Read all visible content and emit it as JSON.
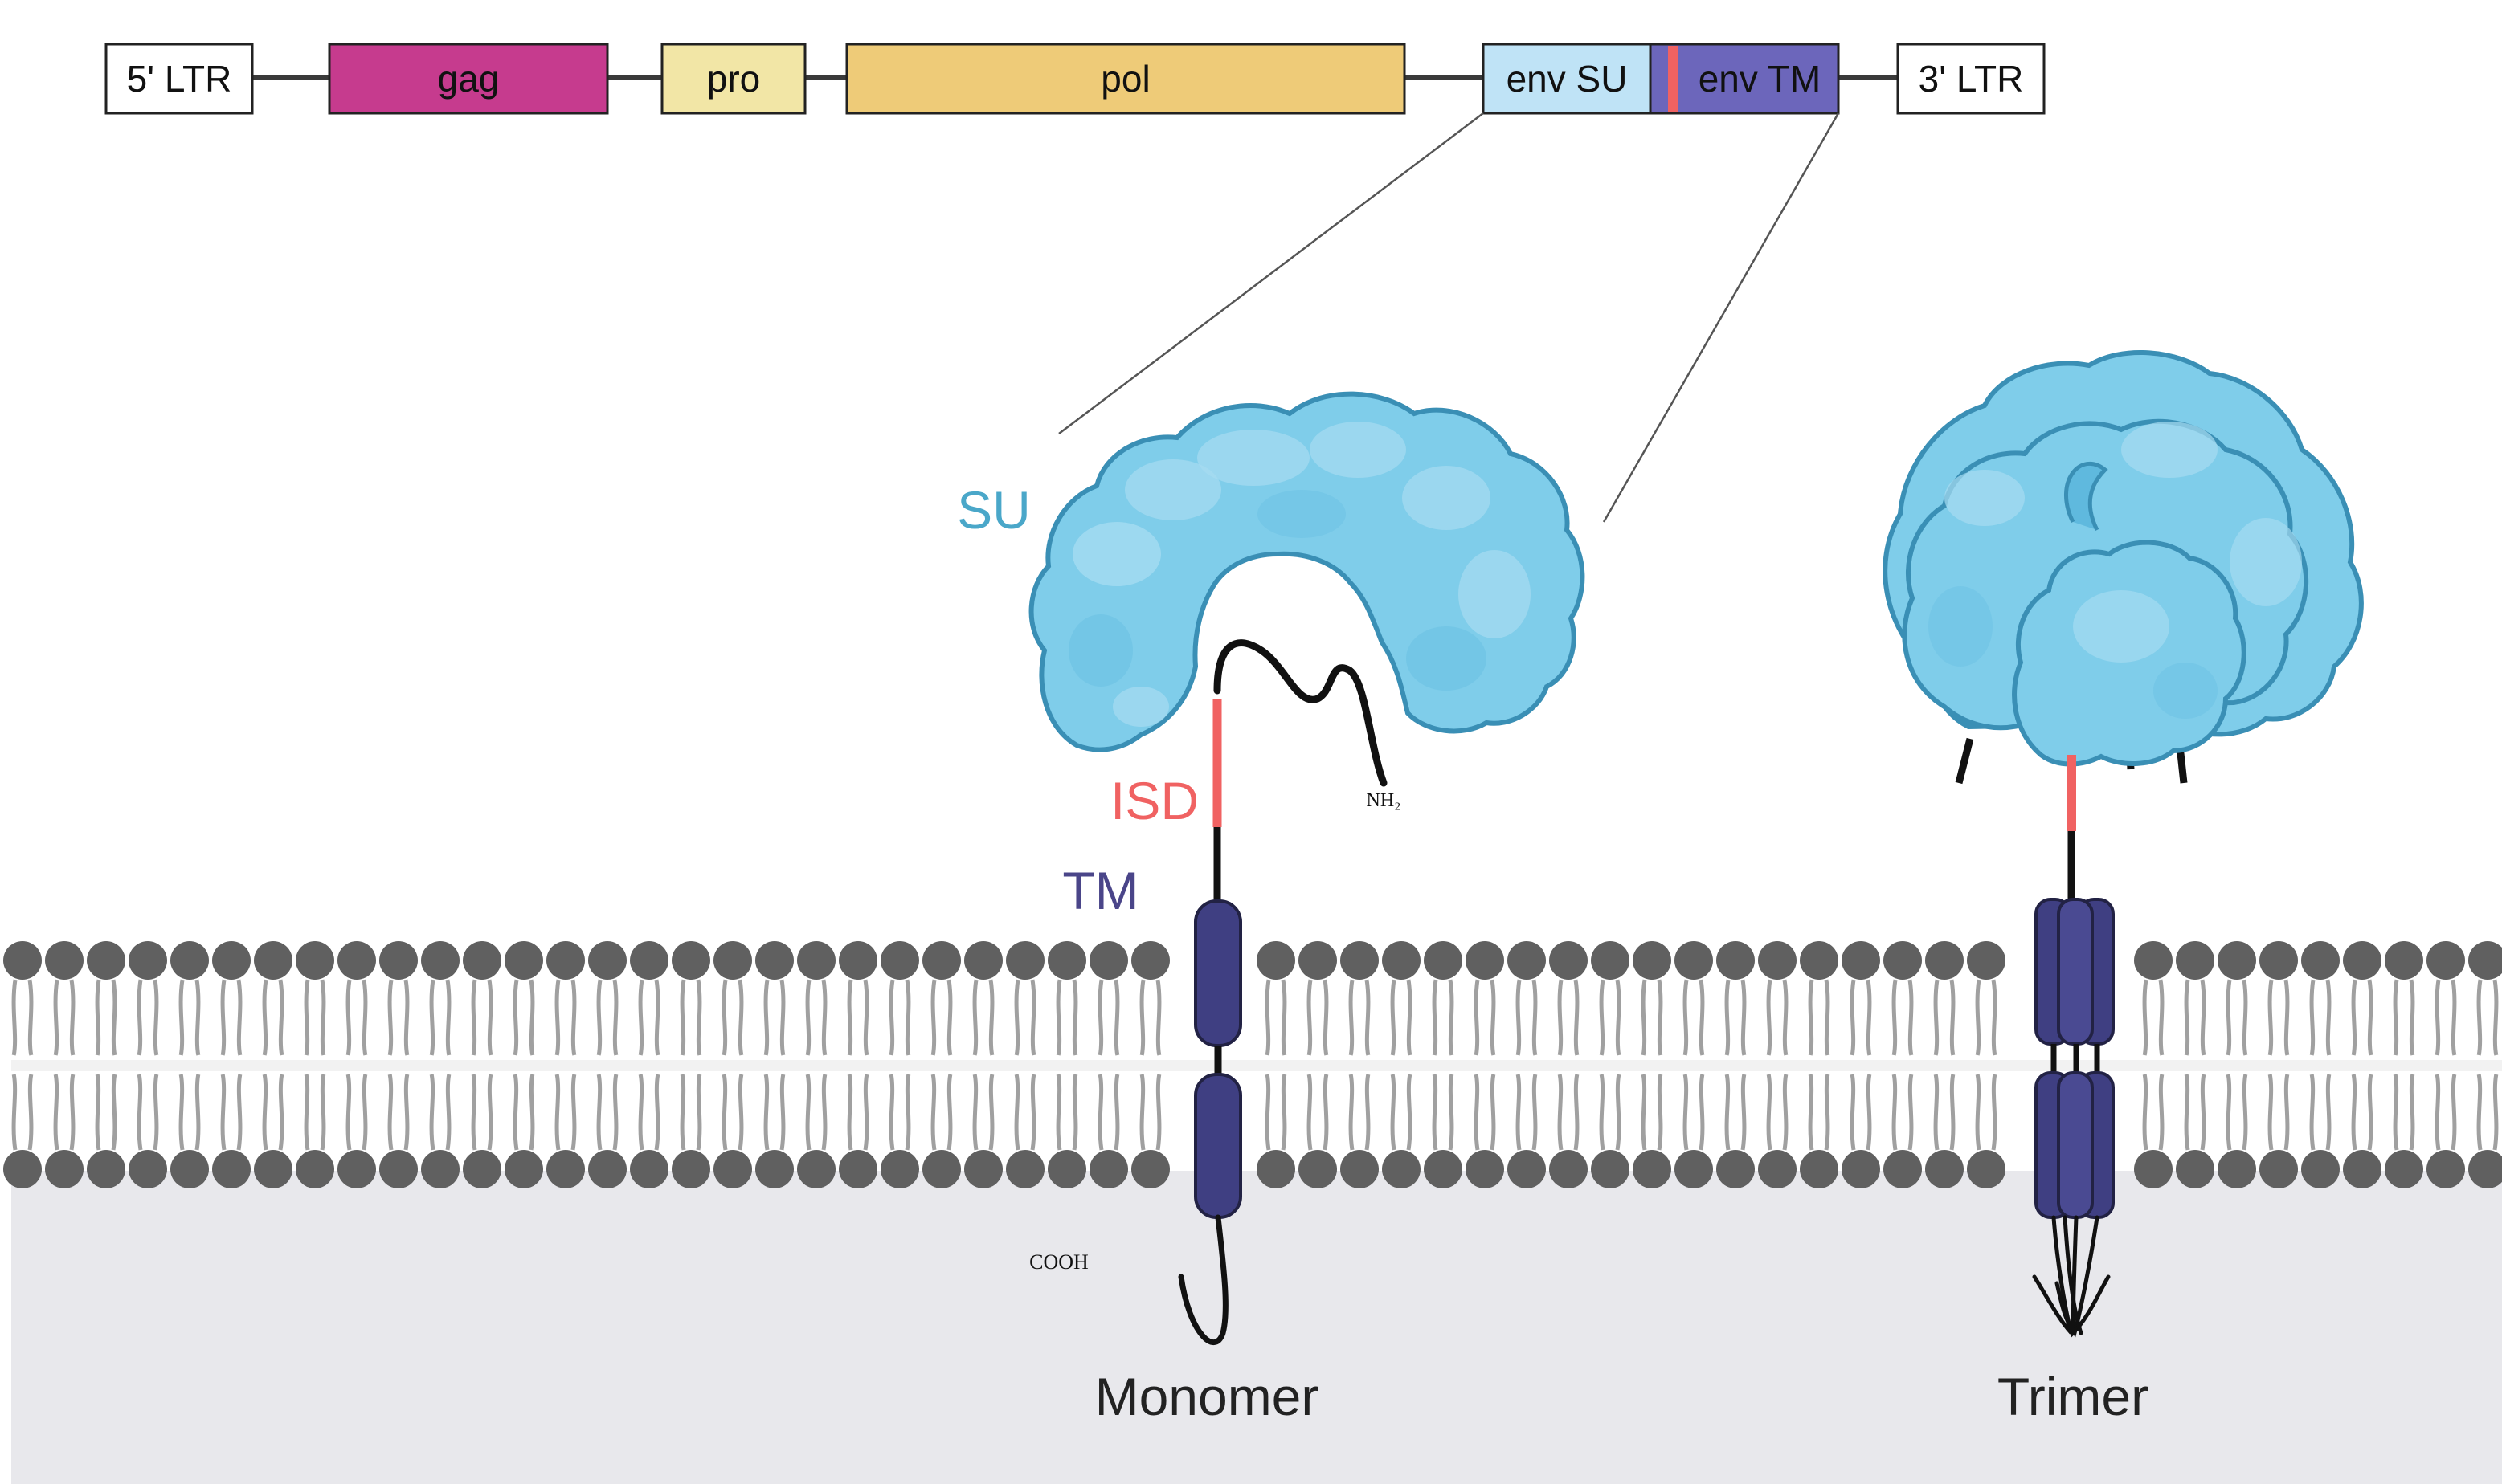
{
  "genome": {
    "ltr5": "5' LTR",
    "gag": "gag",
    "pro": "pro",
    "pol": "pol",
    "env_su": "env SU",
    "env_tm": "env TM",
    "ltr3": "3' LTR"
  },
  "labels": {
    "su": "SU",
    "isd": "ISD",
    "tm": "TM",
    "nh2": "NH₂",
    "cooh": "COOH",
    "monomer": "Monomer",
    "trimer": "Trimer"
  },
  "colors": {
    "gag": "#c63b8e",
    "pro": "#f2e6a6",
    "pol": "#eecb78",
    "env_su": "#bfe3f6",
    "env_tm": "#6c66bb",
    "isd": "#f06262",
    "su_protein": "#7fcdea",
    "tm_protein": "#3f3f82",
    "label_su": "#4aa7c9",
    "label_isd": "#f06262",
    "label_tm": "#4a4589",
    "lipid_head": "#606060",
    "lipid_tail": "#a0a0a0",
    "cytoplasm": "#e8e8ec"
  }
}
